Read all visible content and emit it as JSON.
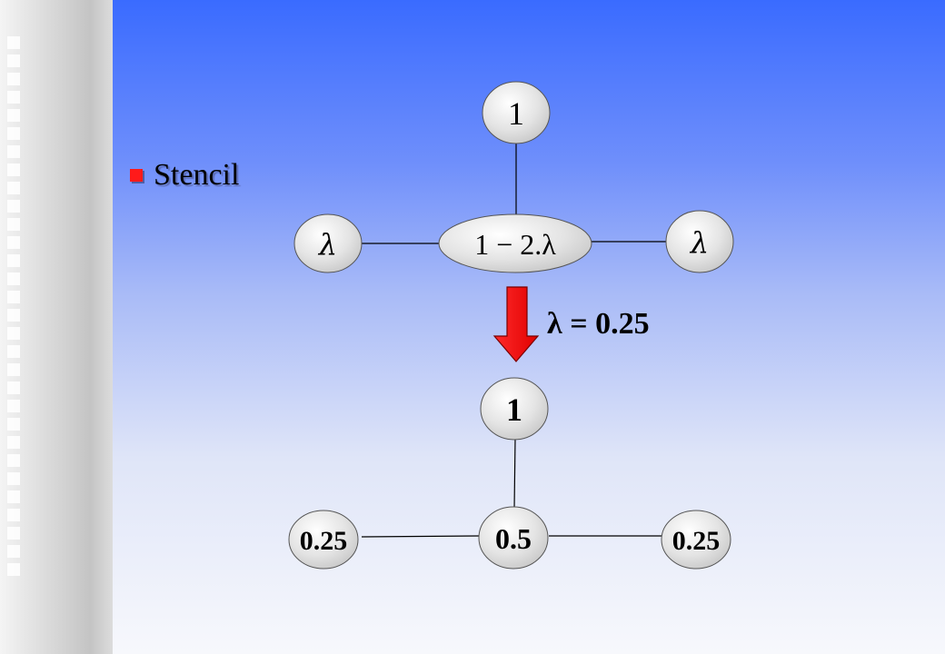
{
  "slide": {
    "bullet": "Stencil",
    "top_stencil": {
      "top": "1",
      "left": "λ",
      "center": "1 − 2.λ",
      "right": "λ"
    },
    "substitution": "λ = 0.25",
    "bottom_stencil": {
      "top": "1",
      "left": "0.25",
      "center": "0.5",
      "right": "0.25"
    }
  },
  "colors": {
    "arrow": "#ff0000",
    "node_fill": "#e6e6e6",
    "bullet": "#ff1a1a"
  }
}
